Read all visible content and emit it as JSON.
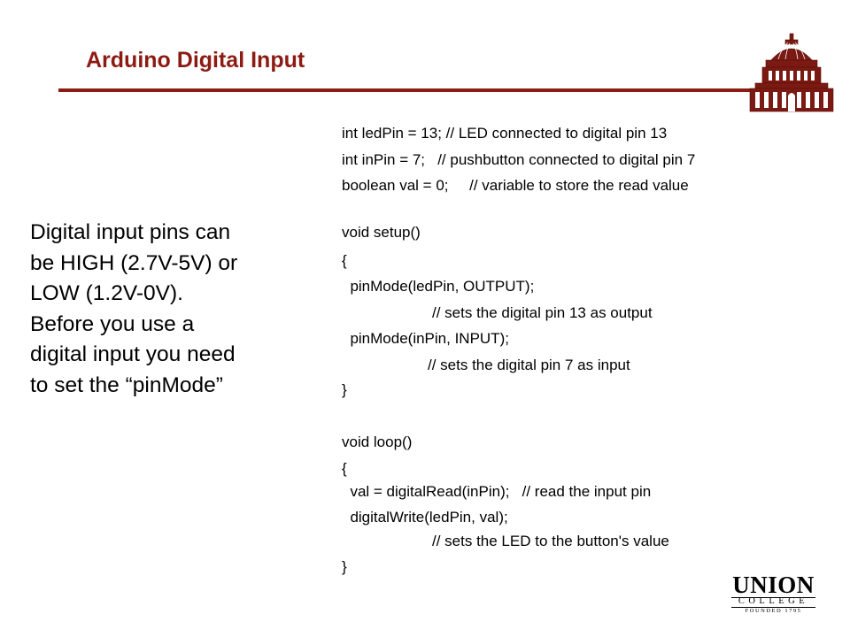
{
  "slide": {
    "title": "Arduino Digital Input",
    "body_lines": [
      "Digital input pins can",
      "be HIGH (2.7V-5V) or",
      "LOW (1.2V-0V).",
      "Before you use a",
      "digital input you need",
      "to set the “pinMode”"
    ],
    "code_lines": [
      "int ledPin = 13; // LED connected to digital pin 13",
      "int inPin = 7;   // pushbutton connected to digital pin 7",
      "boolean val = 0;     // variable to store the read value",
      "void setup()",
      "{",
      "  pinMode(ledPin, OUTPUT);",
      "// sets the digital pin 13 as output",
      "  pinMode(inPin, INPUT);",
      "// sets the digital pin 7 as input",
      "}",
      "void loop()",
      "{",
      "  val = digitalRead(inPin);   // read the input pin",
      "  digitalWrite(ledPin, val);",
      "// sets the LED to the button's value",
      "}"
    ]
  },
  "logo": {
    "name": "UNION",
    "sub": "COLLEGE",
    "founded": "FOUNDED 1795"
  },
  "colors": {
    "accent": "#8c1c13",
    "text": "#000000",
    "background": "#ffffff"
  },
  "icons": {
    "header_image": "college-dome-icon"
  }
}
